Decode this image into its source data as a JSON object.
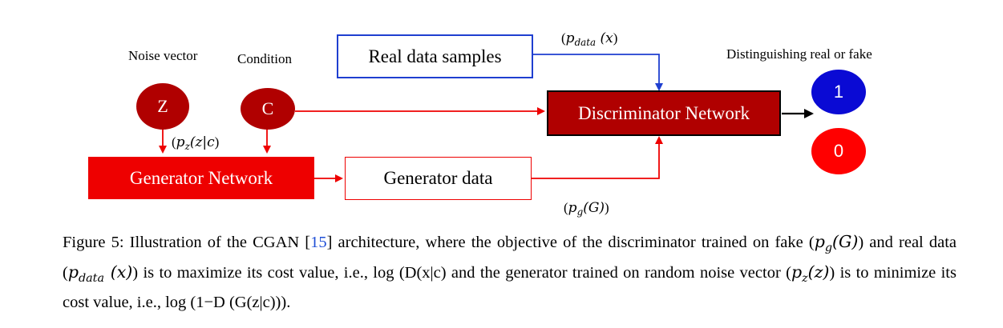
{
  "labels": {
    "noise_vector": "Noise vector",
    "condition": "Condition",
    "distinguishing": "Distinguishing real or fake",
    "p_data_label": "(p_data (x)",
    "p_z_label": "(p_z(z|c)",
    "p_g_label": "(p_g(G))"
  },
  "nodes": {
    "z": "Z",
    "c": "C",
    "real_data": "Real data samples",
    "discriminator": "Discriminator Network",
    "generator": "Generator Network",
    "generator_data": "Generator data",
    "out_real": "1",
    "out_fake": "0"
  },
  "colors": {
    "dark_red": "#b00000",
    "red": "#ee0000",
    "blue": "#1f3fd0",
    "output_blue": "#0a0ad4",
    "output_red": "#ff0000"
  },
  "caption": {
    "prefix": "Figure 5: Illustration of the CGAN [",
    "ref": "15",
    "suffix_1": "] architecture, where the objective of the discriminator trained on fake (",
    "pg": "p_g(G)",
    "suffix_2": ") and real data (",
    "pdata": "p_data (x)",
    "suffix_3": ") is to maximize its cost value, i.e., log (D(x|c) and the generator trained on random noise vector (",
    "pz": "p_z(z)",
    "suffix_4": ") is to minimize its cost value, i.e., log (1−D (G(z|c)))."
  }
}
